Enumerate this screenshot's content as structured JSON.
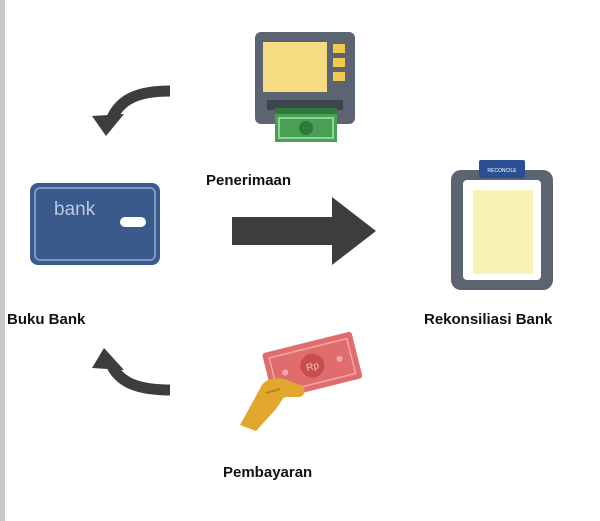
{
  "nodes": {
    "buku_bank": {
      "label": "Buku Bank",
      "card_text": "bank"
    },
    "penerimaan": {
      "label": "Penerimaan"
    },
    "rekonsiliasi": {
      "label": "Rekonsiliasi Bank",
      "clip_text": "RECONCILE"
    },
    "pembayaran": {
      "label": "Pembayaran",
      "bill_text": "Rp"
    }
  },
  "icons": {
    "atm": "atm-cash-icon",
    "card": "bank-card-icon",
    "clipboard": "clipboard-icon",
    "payment": "hand-money-icon",
    "arrow_main": "right-arrow-icon",
    "arrow_top": "curved-arrow-icon",
    "arrow_bottom": "curved-arrow-icon"
  },
  "colors": {
    "arrow": "#3d3d3d",
    "card_blue": "#3a5a8c",
    "atm_gray": "#5b6470",
    "cash_green": "#3f8f4a",
    "clip_yellow": "#f7f2b4",
    "bill_red": "#e06d6d",
    "hand_gold": "#e1a82d"
  }
}
